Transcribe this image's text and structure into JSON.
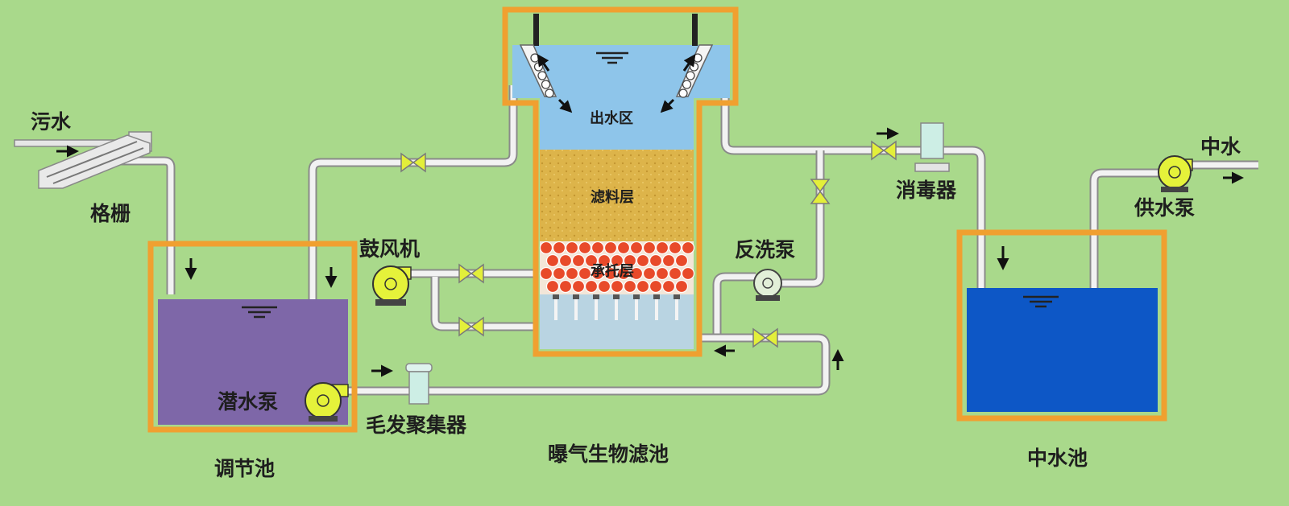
{
  "labels": {
    "sewage": "污水",
    "grate": "格栅",
    "regulating_tank": "调节池",
    "submersible_pump": "潜水泵",
    "hair_collector": "毛发聚集器",
    "blower": "鼓风机",
    "outlet_zone": "出水区",
    "filter_layer": "滤料层",
    "support_layer": "承托层",
    "baf": "曝气生物滤池",
    "backwash_pump": "反洗泵",
    "disinfector": "消毒器",
    "reclaimed_water": "中水",
    "supply_pump": "供水泵",
    "reclaimed_tank": "中水池"
  },
  "colors": {
    "background": "#a9d98b",
    "tank_border": "#f0a030",
    "regulating_water": "#7e67a8",
    "reclaimed_water": "#0d57c6",
    "outlet_water": "#8ec5ea",
    "filter_media": "#ddb44a",
    "support_media": "#e84a2a",
    "plenum": "#b9d4e2",
    "pump": "#e5f23a",
    "valve": "#e3ef3a",
    "backwash_pump": "#e2efd8"
  }
}
